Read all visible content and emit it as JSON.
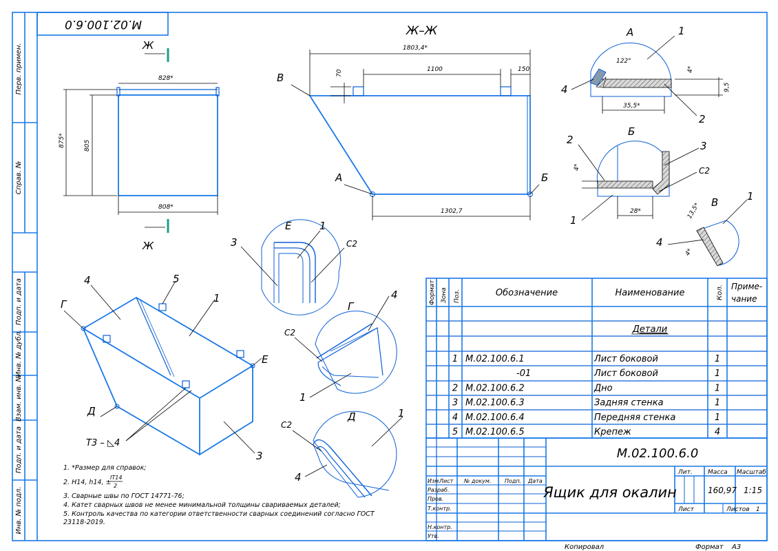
{
  "designation": "М.02.100.6.0",
  "title_name": "Ящик для окалин",
  "left_strip": [
    "Перв. примен.",
    "Справ. №",
    "Подп. и дата",
    "Инв. № дубл.",
    "Взам. инв. №",
    "Подп. и дата",
    "Инв. № подл."
  ],
  "section_label": "Ж–Ж",
  "cut_labels": [
    "Ж",
    "Ж"
  ],
  "dims": {
    "front_width_top": "828*",
    "front_width_bottom": "808*",
    "front_height_outer": "875*",
    "front_height_inner": "805",
    "sec_total": "1803,4*",
    "sec_inner": "1100",
    "sec_right": "150",
    "sec_left": "70",
    "sec_bottom": "1302,7",
    "detA_angle": "122°",
    "detA_t": "4*",
    "detA_h": "9,5",
    "detA_w": "35,5*",
    "detB_t": "4*",
    "detB_w": "28*",
    "detB_c": "С2",
    "detV_w": "13,5*",
    "detV_t": "4*",
    "detE_c": "С2",
    "detG_c": "С2",
    "detD_c": "С2"
  },
  "view_letters": {
    "A": "А",
    "B": "Б",
    "V": "В",
    "E": "Е",
    "G": "Г",
    "D": "Д"
  },
  "weld_symbol": "Т3 – ◺4",
  "notes": [
    "1. *Размер для справок;",
    "2. Н14, h14, ±",
    "3. Сварные швы по ГОСТ 14771-76;",
    "4. Катет сварных швов не менее минимальной толщины свариваемых деталей;",
    "5. Контроль качества по категории ответственности сварных соединений согласно ГОСТ",
    "23118-2019."
  ],
  "note_fraction": {
    "num": "IT14",
    "den": "2"
  },
  "spec": {
    "headers": {
      "format": "Формат",
      "zone": "Зона",
      "pos": "Поз.",
      "designation": "Обозначение",
      "name": "Наименование",
      "qty": "Кол.",
      "note": "Приме-чание"
    },
    "section": "Детали",
    "rows": [
      {
        "pos": "1",
        "designation": "М.02.100.6.1",
        "name": "Лист боковой",
        "qty": "1"
      },
      {
        "pos": "",
        "designation": "-01",
        "name": "Лист боковой",
        "qty": "1"
      },
      {
        "pos": "2",
        "designation": "М.02.100.6.2",
        "name": "Дно",
        "qty": "1"
      },
      {
        "pos": "3",
        "designation": "М.02.100.6.3",
        "name": "Задняя стенка",
        "qty": "1"
      },
      {
        "pos": "4",
        "designation": "М.02.100.6.4",
        "name": "Передняя стенка",
        "qty": "1"
      },
      {
        "pos": "5",
        "designation": "М.02.100.6.5",
        "name": "Крепеж",
        "qty": "4"
      }
    ]
  },
  "title_block": {
    "row_labels": [
      "Изм.",
      "Лист",
      "№ докум.",
      "Подп.",
      "Дата"
    ],
    "roles": [
      "Разраб.",
      "Пров.",
      "Т.контр.",
      "",
      "Н.контр.",
      "Утв."
    ],
    "lit": "Лит.",
    "mass_label": "Масса",
    "scale_label": "Масштаб",
    "mass": "160,97",
    "scale": "1:15",
    "sheet_label": "Лист",
    "sheets_label": "Листов",
    "sheets": "1"
  },
  "footer": {
    "copied": "Копировал",
    "format_label": "Формат",
    "format": "А3"
  }
}
